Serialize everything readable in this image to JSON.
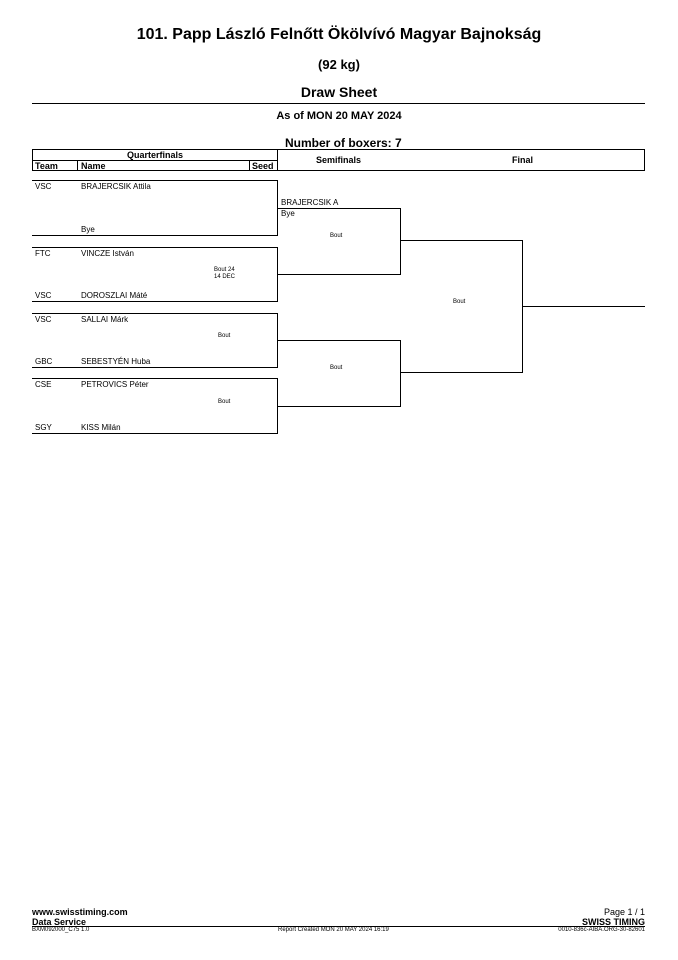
{
  "header": {
    "title": "101. Papp László Felnőtt Ökölvívó Magyar Bajnokság",
    "weight": "(92 kg)",
    "sheet": "Draw Sheet",
    "as_of": "As of MON 20 MAY 2024",
    "num_boxers": "Number of boxers: 7"
  },
  "columns": {
    "quarterfinals": "Quarterfinals",
    "team": "Team",
    "name": "Name",
    "seed": "Seed",
    "semifinals": "Semifinals",
    "final": "Final"
  },
  "boxers": [
    {
      "team": "VSC",
      "name": "BRAJERCSIK Attila"
    },
    {
      "team": "",
      "name": "Bye"
    },
    {
      "team": "FTC",
      "name": "VINCZE István"
    },
    {
      "team": "VSC",
      "name": "DOROSZLAI Máté"
    },
    {
      "team": "VSC",
      "name": "SALLAI Márk"
    },
    {
      "team": "GBC",
      "name": "SEBESTYÉN Huba"
    },
    {
      "team": "CSE",
      "name": "PETROVICS Péter"
    },
    {
      "team": "SGY",
      "name": "KISS Milán"
    }
  ],
  "qf_bouts": [
    {
      "label": "Bout 24",
      "date": "14 DEC"
    },
    {
      "label": "Bout"
    },
    {
      "label": "Bout"
    }
  ],
  "semifinal": {
    "entry_top": "BRAJERCSIK A",
    "entry_bottom": "Bye",
    "bout1": "Bout",
    "bout2": "Bout"
  },
  "final": {
    "bout": "Bout"
  },
  "footer": {
    "website": "www.swisstiming.com",
    "data_service": "Data Service",
    "page": "Page 1 / 1",
    "brand": "SWISS TIMING",
    "code": "BXM092000_C75 1.0",
    "report": "Report Created  MON 20 MAY 2024 16:19",
    "ref": "0010-836c-AIBA.ORG-30-82601"
  }
}
